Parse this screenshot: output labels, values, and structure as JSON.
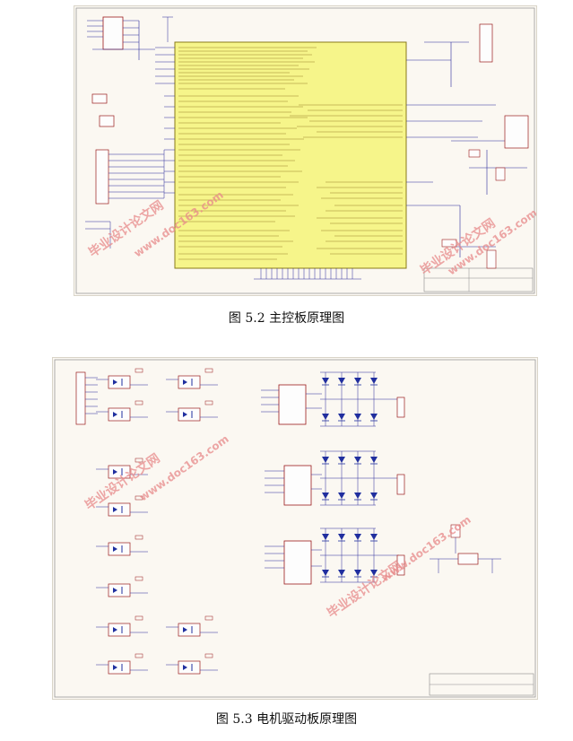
{
  "figures": [
    {
      "caption": "图 5.2 主控板原理图"
    },
    {
      "caption": "图 5.3 电机驱动板原理图"
    }
  ],
  "watermark": {
    "text_cn": "毕业设计论文网",
    "text_url": "www.doc163.com"
  },
  "colors": {
    "wire": "#2b2b9a",
    "chip_fill": "#f6f58a",
    "chip_border": "#8a7a1a",
    "component": "#9a1a1a",
    "diode": "#1f2f9f",
    "watermark": "#e88a8a"
  }
}
